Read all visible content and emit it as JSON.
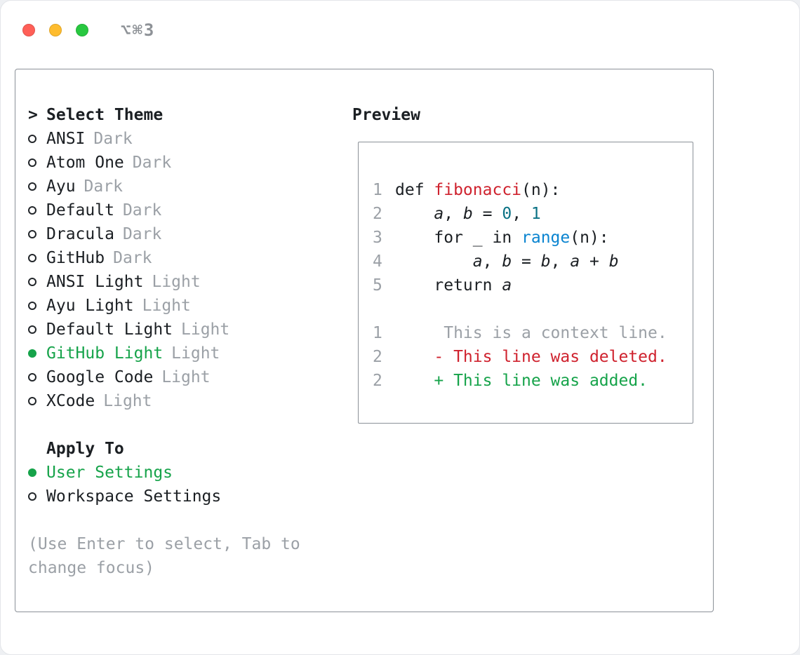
{
  "window": {
    "shortcut": "⌥⌘3",
    "traffic_lights": [
      "close",
      "minimize",
      "zoom"
    ]
  },
  "theme_selector": {
    "prompt": ">",
    "title": "Select Theme",
    "items": [
      {
        "label": "ANSI",
        "variant": "Dark",
        "selected": false
      },
      {
        "label": "Atom One",
        "variant": "Dark",
        "selected": false
      },
      {
        "label": "Ayu",
        "variant": "Dark",
        "selected": false
      },
      {
        "label": "Default",
        "variant": "Dark",
        "selected": false
      },
      {
        "label": "Dracula",
        "variant": "Dark",
        "selected": false
      },
      {
        "label": "GitHub",
        "variant": "Dark",
        "selected": false
      },
      {
        "label": "ANSI Light",
        "variant": "Light",
        "selected": false
      },
      {
        "label": "Ayu Light",
        "variant": "Light",
        "selected": false
      },
      {
        "label": "Default Light",
        "variant": "Light",
        "selected": false
      },
      {
        "label": "GitHub Light",
        "variant": "Light",
        "selected": true
      },
      {
        "label": "Google Code",
        "variant": "Light",
        "selected": false
      },
      {
        "label": "XCode",
        "variant": "Light",
        "selected": false
      }
    ]
  },
  "apply_to": {
    "title": "Apply To",
    "options": [
      {
        "label": "User Settings",
        "selected": true
      },
      {
        "label": "Workspace Settings",
        "selected": false
      }
    ]
  },
  "hint": "(Use Enter to select, Tab to change focus)",
  "preview": {
    "title": "Preview",
    "lines": [
      {
        "num": "1",
        "segments": [
          {
            "t": "def ",
            "c": "text"
          },
          {
            "t": "fibonacci",
            "c": "red"
          },
          {
            "t": "(n):",
            "c": "text"
          }
        ]
      },
      {
        "num": "2",
        "segments": [
          {
            "t": "    ",
            "c": "text"
          },
          {
            "t": "a",
            "c": "text",
            "i": true
          },
          {
            "t": ", ",
            "c": "text"
          },
          {
            "t": "b",
            "c": "text",
            "i": true
          },
          {
            "t": " = ",
            "c": "text"
          },
          {
            "t": "0",
            "c": "teal"
          },
          {
            "t": ", ",
            "c": "text"
          },
          {
            "t": "1",
            "c": "teal"
          }
        ]
      },
      {
        "num": "3",
        "segments": [
          {
            "t": "    for _ in ",
            "c": "text"
          },
          {
            "t": "range",
            "c": "blue"
          },
          {
            "t": "(n):",
            "c": "text"
          }
        ]
      },
      {
        "num": "4",
        "segments": [
          {
            "t": "        ",
            "c": "text"
          },
          {
            "t": "a",
            "c": "text",
            "i": true
          },
          {
            "t": ", ",
            "c": "text"
          },
          {
            "t": "b",
            "c": "text",
            "i": true
          },
          {
            "t": " = ",
            "c": "text"
          },
          {
            "t": "b",
            "c": "text",
            "i": true
          },
          {
            "t": ", ",
            "c": "text"
          },
          {
            "t": "a",
            "c": "text",
            "i": true
          },
          {
            "t": " + ",
            "c": "text"
          },
          {
            "t": "b",
            "c": "text",
            "i": true
          }
        ]
      },
      {
        "num": "5",
        "segments": [
          {
            "t": "    return ",
            "c": "text"
          },
          {
            "t": "a",
            "c": "text",
            "i": true
          }
        ]
      },
      {
        "num": "",
        "segments": []
      },
      {
        "num": "1",
        "segments": [
          {
            "t": "     This is a context line.",
            "c": "gray"
          }
        ]
      },
      {
        "num": "2",
        "segments": [
          {
            "t": "    - This line was deleted.",
            "c": "red"
          }
        ]
      },
      {
        "num": "2",
        "segments": [
          {
            "t": "    + This line was added.",
            "c": "green"
          }
        ]
      }
    ]
  },
  "colors": {
    "text": "#1b1f23",
    "gray": "#9ba0a6",
    "green": "#16a34a",
    "red": "#cf222e",
    "blue": "#0a84d0",
    "teal": "#0b7285",
    "border": "#8b9198",
    "light_red": "#ff5f57",
    "light_yellow": "#febc2e",
    "light_green": "#28c840",
    "shortcut": "#8e9297"
  }
}
